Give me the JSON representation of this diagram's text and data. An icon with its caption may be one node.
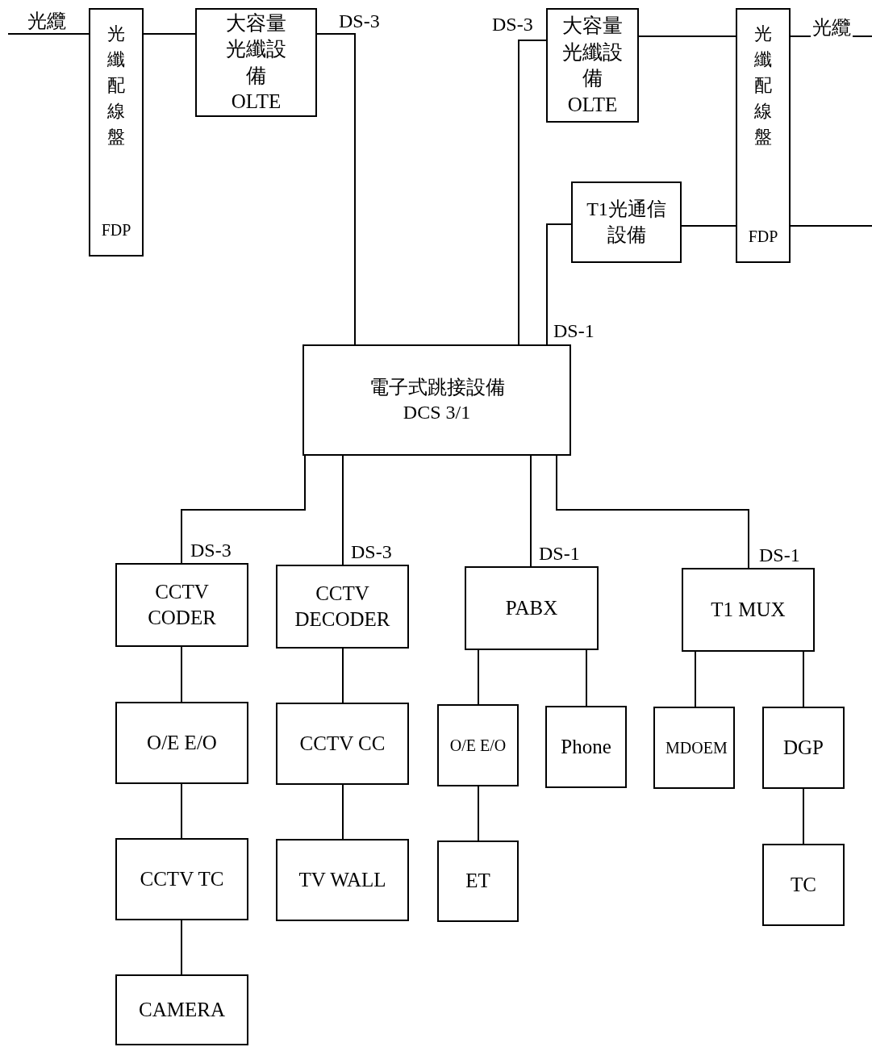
{
  "diagram": {
    "nodes": [
      {
        "text": [
          "光纖配線盤",
          "FDP"
        ]
      },
      {
        "text": [
          "大容量光纖設備 OLTE"
        ]
      },
      {
        "text": [
          "大容量光纖設備 OLTE"
        ]
      },
      {
        "text": [
          "光纖配線盤",
          "FDP"
        ]
      },
      {
        "text": [
          "T1光通信設備"
        ]
      },
      {
        "text": [
          "電子式跳接設備DCS 3/1"
        ]
      },
      {
        "text": [
          "CCTV CODER"
        ]
      },
      {
        "text": [
          "CCTV DECODER"
        ]
      },
      {
        "text": [
          "PABX"
        ]
      },
      {
        "text": [
          "T1 MUX"
        ]
      },
      {
        "text": [
          "O/E E/O"
        ]
      },
      {
        "text": [
          "CCTV CC"
        ]
      },
      {
        "text": [
          "O/E E/O"
        ]
      },
      {
        "text": [
          "Phone"
        ]
      },
      {
        "text": [
          "MDOEM"
        ]
      },
      {
        "text": [
          "DGP"
        ]
      },
      {
        "text": [
          "CCTV TC"
        ]
      },
      {
        "text": [
          "TV WALL"
        ]
      },
      {
        "text": [
          "ET"
        ]
      },
      {
        "text": [
          "TC"
        ]
      },
      {
        "text": [
          "CAMERA"
        ]
      }
    ],
    "edges": [
      {
        "from": null,
        "to": 0,
        "arrow": "none",
        "label": "光纜"
      },
      {
        "from": 0,
        "to": 1,
        "arrow": "none"
      },
      {
        "from": 1,
        "to": 5,
        "arrow": "none",
        "label": "DS-3"
      },
      {
        "from": 2,
        "to": 5,
        "arrow": "none",
        "label": "DS-3"
      },
      {
        "from": 2,
        "to": 3,
        "arrow": "none"
      },
      {
        "from": 3,
        "to": null,
        "arrow": "none",
        "label": "光纜"
      },
      {
        "from": 4,
        "to": 3,
        "arrow": "none"
      },
      {
        "from": 3,
        "to": null,
        "arrow": "none"
      },
      {
        "from": 4,
        "to": 5,
        "arrow": "none",
        "label": "DS-1"
      },
      {
        "from": 5,
        "to": 6,
        "arrow": "none",
        "label": "DS-3"
      },
      {
        "from": 5,
        "to": 7,
        "arrow": "none",
        "label": "DS-3"
      },
      {
        "from": 5,
        "to": 8,
        "arrow": "none",
        "label": "DS-1"
      },
      {
        "from": 5,
        "to": 9,
        "arrow": "none",
        "label": "DS-1"
      },
      {
        "from": 6,
        "to": 10,
        "arrow": "none"
      },
      {
        "from": 10,
        "to": 16,
        "arrow": "none"
      },
      {
        "from": 16,
        "to": 20,
        "arrow": "none"
      },
      {
        "from": 7,
        "to": 11,
        "arrow": "none"
      },
      {
        "from": 11,
        "to": 17,
        "arrow": "none"
      },
      {
        "from": 8,
        "to": 12,
        "arrow": "none"
      },
      {
        "from": 8,
        "to": 13,
        "arrow": "none"
      },
      {
        "from": 12,
        "to": 18,
        "arrow": "none"
      },
      {
        "from": 9,
        "to": 14,
        "arrow": "none"
      },
      {
        "from": 9,
        "to": 15,
        "arrow": "none"
      },
      {
        "from": 15,
        "to": 19,
        "arrow": "none"
      }
    ]
  }
}
